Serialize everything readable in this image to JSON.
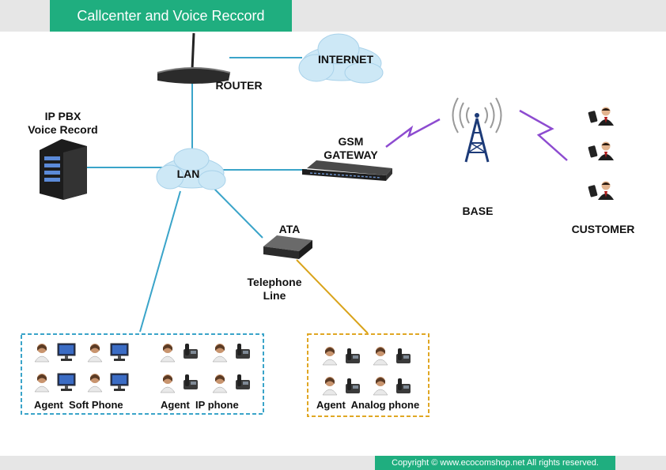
{
  "header": {
    "title": "Callcenter and Voice Reccord"
  },
  "nodes": {
    "internet": "INTERNET",
    "router": "ROUTER",
    "ippbx_line1": "IP PBX",
    "ippbx_line2": "Voice Record",
    "lan": "LAN",
    "gsm_line1": "GSM",
    "gsm_line2": "GATEWAY",
    "ata": "ATA",
    "telephone_line1": "Telephone",
    "telephone_line2": "Line",
    "base": "BASE",
    "customer": "CUSTOMER"
  },
  "groups": {
    "soft_phone": "Agent  Soft Phone",
    "ip_phone": "Agent  IP phone",
    "analog_phone": "Agent  Analog phone"
  },
  "footer": {
    "copyright": "Copyright ©   www.ecocomshop.net   All rights reserved."
  },
  "colors": {
    "accent": "#1fae7f",
    "link": "#3aa4c9",
    "analog_link": "#d9a31a",
    "cloud": "#cde8f6"
  }
}
